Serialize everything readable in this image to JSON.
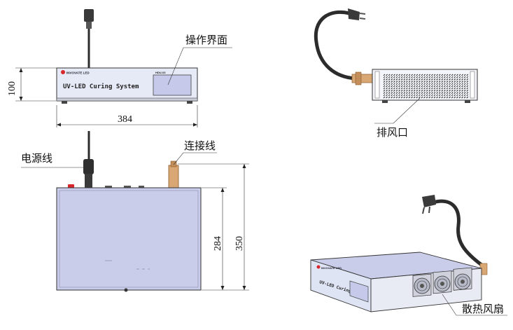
{
  "labels": {
    "control_panel": "操作界面",
    "exhaust_vent": "排风口",
    "power_cord": "电源线",
    "connection_cable": "连接线",
    "cooling_fans": "散热风扇"
  },
  "dimensions": {
    "height": "100",
    "width": "384",
    "depth_inner": "284",
    "depth_total": "350"
  },
  "device": {
    "name": "UV-LED Curing System",
    "brand": "INVOVATE LED",
    "model": "HDU-03"
  },
  "colors": {
    "panel_fill": "#dfe4f5",
    "screen_fill": "#c6c9ea",
    "top_fill": "#c9cdea",
    "cable": "#2c2c2c",
    "connector": "#d8a774",
    "accent_red": "#d8262a"
  }
}
